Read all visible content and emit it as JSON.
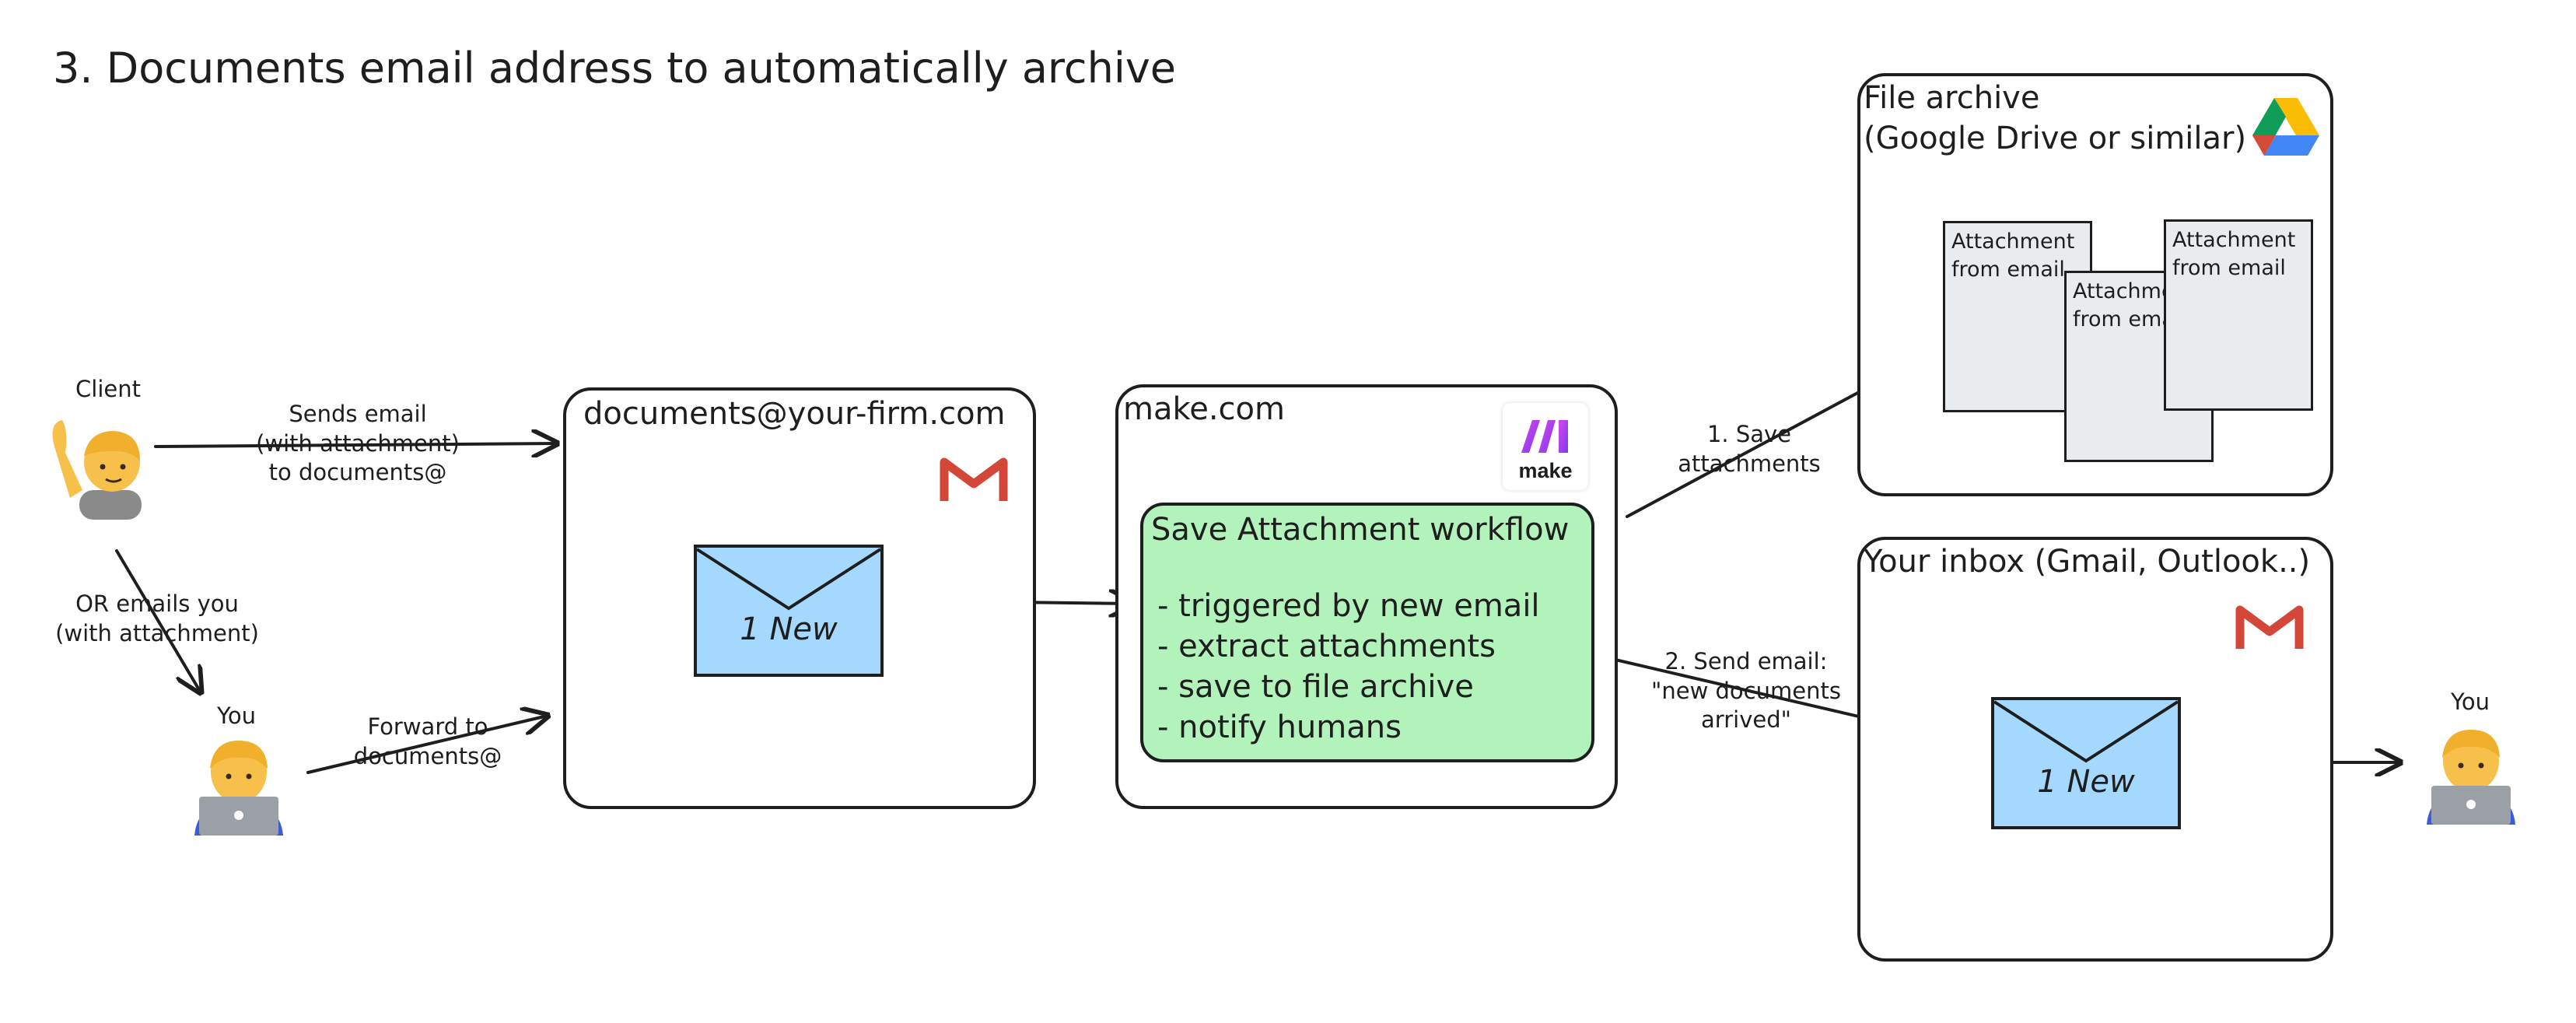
{
  "title": "3. Documents email address to automatically archive",
  "client": {
    "label": "Client"
  },
  "you_left": {
    "label": "You"
  },
  "you_right": {
    "label": "You"
  },
  "edges": {
    "sends_email": "Sends email\n(with attachment)\nto documents@",
    "or_emails_you": "OR emails you\n(with attachment)",
    "forward_to": "Forward to\ndocuments@",
    "save_attachments": "1. Save\nattachments",
    "send_email": "2. Send email:\n\"new documents\narrived\""
  },
  "documents_box": {
    "title": "documents@your-firm.com",
    "envelope_label": "1 New"
  },
  "make_box": {
    "title": "make.com",
    "logo_text": "make",
    "workflow": {
      "title": "Save Attachment workflow",
      "items": [
        "- triggered by new email",
        "- extract attachments",
        "- save to file archive",
        "- notify humans"
      ]
    }
  },
  "archive_box": {
    "title_line1": "File archive",
    "title_line2": "(Google Drive or similar)",
    "docs": [
      "Attachment\nfrom email",
      "Attachment\nfrom email",
      "Attachment\nfrom email"
    ]
  },
  "inbox_box": {
    "title": "Your inbox (Gmail, Outlook..)",
    "envelope_label": "1 New"
  },
  "colors": {
    "envelope": "#a5d8ff",
    "workflow": "#b2f2bb",
    "doc": "#e9ecef",
    "stroke": "#1e1e1e",
    "gmail_red": "#d44638"
  },
  "icons": [
    "gmail-icon",
    "make-logo-icon",
    "google-drive-icon",
    "person-raising-hand-icon",
    "technologist-icon"
  ]
}
